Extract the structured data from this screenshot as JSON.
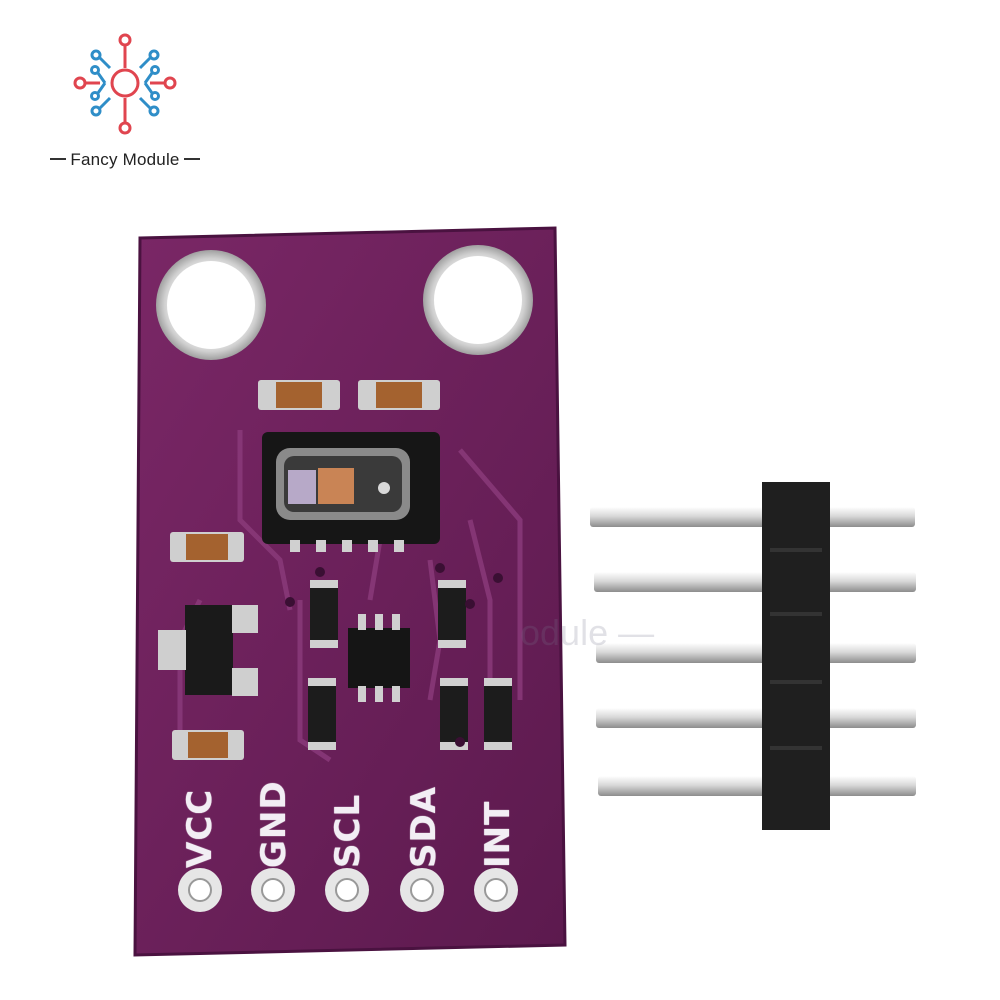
{
  "logo": {
    "text": "Fancy Module",
    "colors": {
      "red": "#e0454f",
      "blue": "#2f8ec8"
    }
  },
  "board": {
    "color": "#6b1f5a",
    "pin_labels": [
      "VCC",
      "GND",
      "SCL",
      "SDA",
      "INT"
    ]
  },
  "watermark": {
    "text": "odule —"
  },
  "header": {
    "pin_count": 5,
    "color": "#1f1f1f"
  }
}
